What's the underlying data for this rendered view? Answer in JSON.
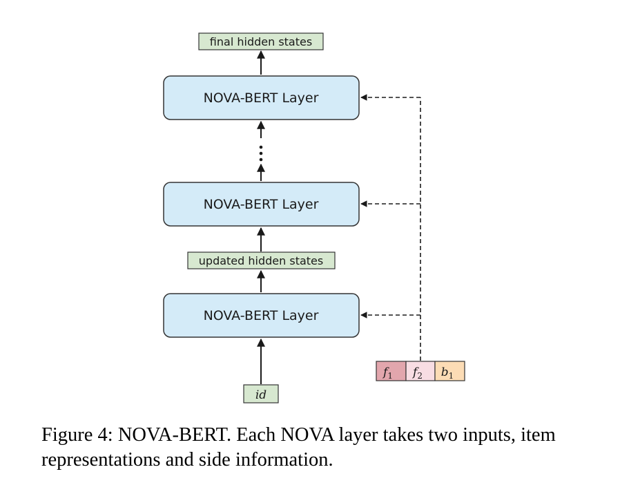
{
  "diagram": {
    "output_label": "final hidden states",
    "intermediate_label": "updated hidden states",
    "layer_labels": [
      "NOVA-BERT Layer",
      "NOVA-BERT Layer",
      "NOVA-BERT Layer"
    ],
    "input_label": "id",
    "side_info": [
      {
        "base": "f",
        "sub": "1"
      },
      {
        "base": "f",
        "sub": "2"
      },
      {
        "base": "b",
        "sub": "1"
      }
    ],
    "colors": {
      "layer_fill": "#d4ebf8",
      "state_fill": "#d7e8d0",
      "input_fill": "#d7e8d0",
      "side_f1_fill": "#e2a6ad",
      "side_f2_fill": "#f8dde3",
      "side_b1_fill": "#fcdcb5"
    }
  },
  "caption": "Figure 4: NOVA-BERT. Each NOVA layer takes two inputs, item representations and side information."
}
